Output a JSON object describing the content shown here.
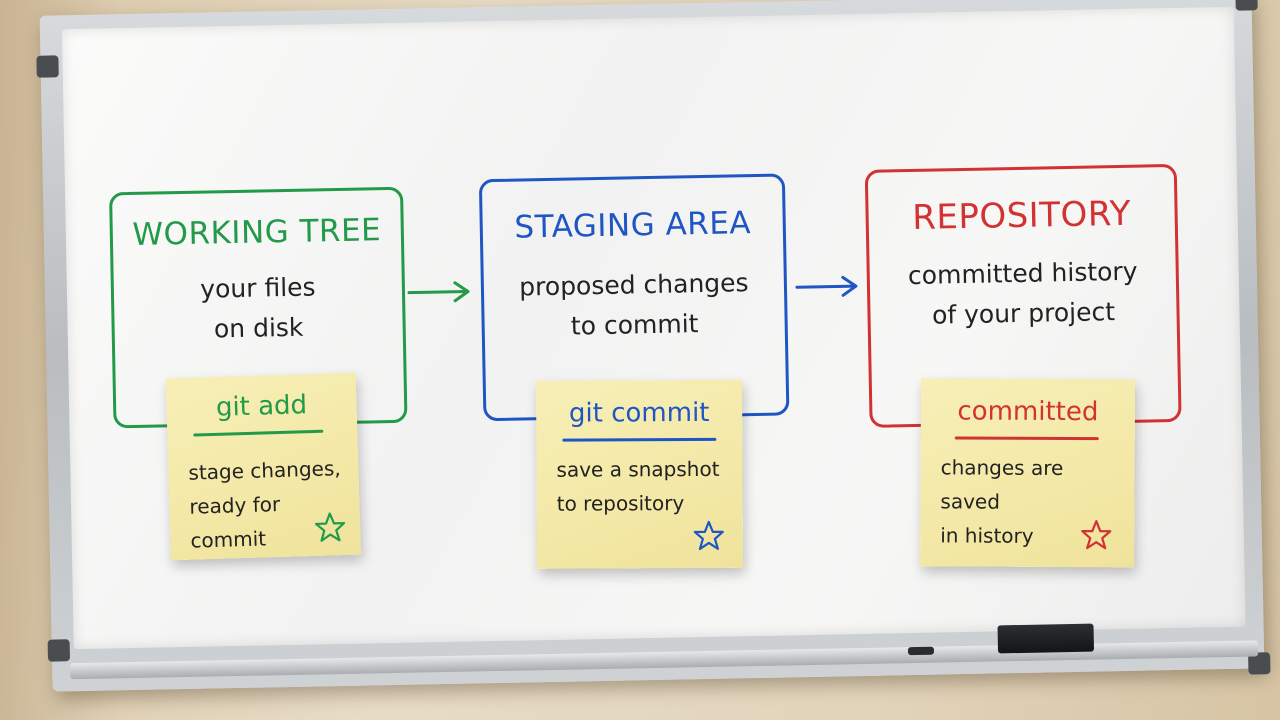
{
  "stages": [
    {
      "title": "WORKING TREE",
      "desc_line1": "your files",
      "desc_line2": "on disk",
      "color": "#23994a"
    },
    {
      "title": "STAGING AREA",
      "desc_line1": "proposed changes",
      "desc_line2": "to commit",
      "color": "#1f56c4"
    },
    {
      "title": "REPOSITORY",
      "desc_line1": "committed history",
      "desc_line2": "of your project",
      "color": "#d23232"
    }
  ],
  "notes": [
    {
      "command": "git add",
      "line1": "stage changes,",
      "line2": "ready for commit",
      "icon": "star-icon",
      "color": "#23994a"
    },
    {
      "command": "git commit",
      "line1": "save a snapshot",
      "line2": "to repository",
      "icon": "star-icon",
      "color": "#1f56c4"
    },
    {
      "command": "committed",
      "line1": "changes are saved",
      "line2": "in history",
      "icon": "star-icon",
      "color": "#d23232"
    }
  ],
  "arrows": [
    {
      "from": "WORKING TREE",
      "to": "STAGING AREA",
      "color": "#23994a"
    },
    {
      "from": "STAGING AREA",
      "to": "REPOSITORY",
      "color": "#1f56c4"
    }
  ]
}
